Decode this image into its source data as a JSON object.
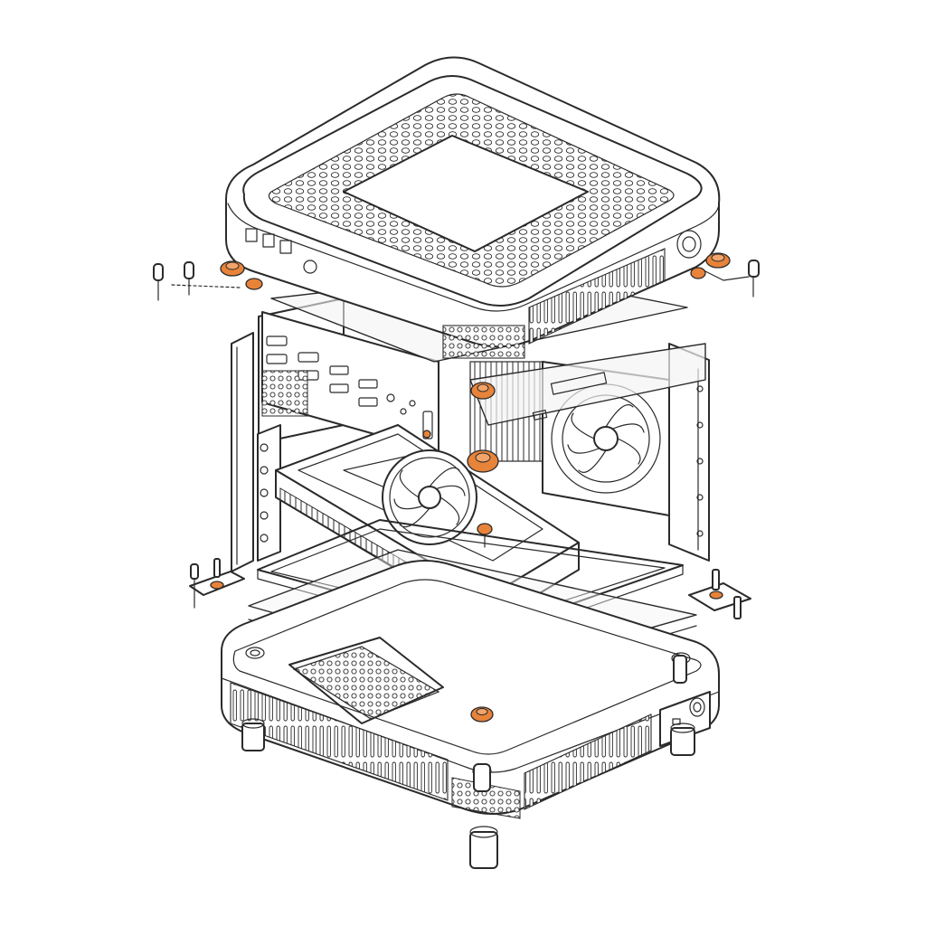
{
  "diagram": {
    "subject": "mini-pc-exploded-view",
    "accent_color": "#e8833a",
    "line_color": "#2a2a2a",
    "background": "#ffffff",
    "parts": [
      "top-cover",
      "io-bracket",
      "motherboard-tray",
      "system-fan",
      "graphics-card",
      "mounting-plate",
      "base-chassis",
      "support-feet",
      "screws",
      "standoffs"
    ]
  }
}
